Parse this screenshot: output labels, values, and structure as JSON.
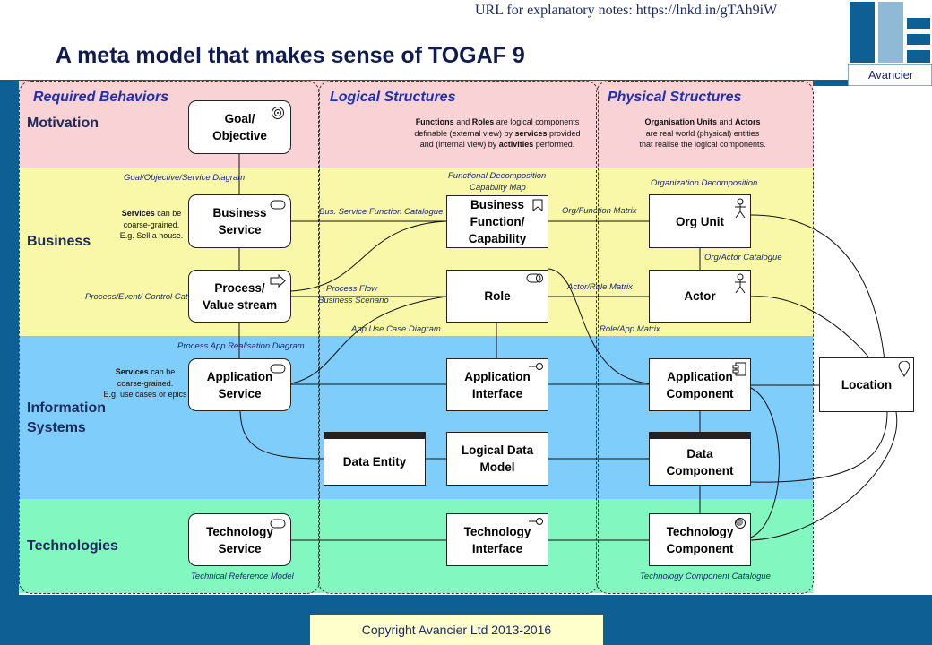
{
  "header": {
    "url_note": "URL for explanatory notes: https://lnkd.in/gTAh9iW",
    "title": "A meta model that makes sense of TOGAF 9",
    "logo_label": "Avancier"
  },
  "columns": {
    "required": "Required Behaviors",
    "logical": "Logical Structures",
    "physical": "Physical Structures"
  },
  "rows": {
    "motivation": "Motivation",
    "business": "Business",
    "information_systems_1": "Information",
    "information_systems_2": "Systems",
    "technologies": "Technologies"
  },
  "colors": {
    "motivation_band": "#f8d2d4",
    "business_band": "#f9f8a8",
    "information_band": "#7fcdfb",
    "technology_band": "#83f7c0",
    "footer": "#0e5f93",
    "copyright_bg": "#ffffcc"
  },
  "descriptions": {
    "logical_1a": "Functions",
    "logical_1b": " and ",
    "logical_1c": "Roles",
    "logical_1d": " are logical components",
    "logical_2a": "definable (external view) by ",
    "logical_2b": "services",
    "logical_2c": " provided",
    "logical_3a": "and (internal view) by ",
    "logical_3b": "activities",
    "logical_3c": " performed.",
    "physical_1a": "Organisation Units",
    "physical_1b": " and ",
    "physical_1c": "Actors",
    "physical_2": "are real world (physical) entities",
    "physical_3": "that realise the logical components.",
    "bus_services_a": "Services",
    "bus_services_b": " can be",
    "bus_services_c": "coarse-grained.",
    "bus_services_d": "E.g. Sell a house.",
    "app_services_a": "Services",
    "app_services_b": " can be",
    "app_services_c": "coarse-grained.",
    "app_services_d": "E.g. use cases or epics"
  },
  "boxes": {
    "goal_1": "Goal/",
    "goal_2": "Objective",
    "business_service_1": "Business",
    "business_service_2": "Service",
    "process_1": "Process/",
    "process_2": "Value stream",
    "application_service_1": "Application",
    "application_service_2": "Service",
    "technology_service_1": "Technology",
    "technology_service_2": "Service",
    "business_function_1": "Business",
    "business_function_2": "Function/",
    "business_function_3": "Capability",
    "role": "Role",
    "application_interface_1": "Application",
    "application_interface_2": "Interface",
    "data_entity": "Data Entity",
    "logical_data_model_1": "Logical Data",
    "logical_data_model_2": "Model",
    "technology_interface_1": "Technology",
    "technology_interface_2": "Interface",
    "org_unit": "Org Unit",
    "actor": "Actor",
    "application_component_1": "Application",
    "application_component_2": "Component",
    "data_component_1": "Data",
    "data_component_2": "Component",
    "technology_component_1": "Technology",
    "technology_component_2": "Component",
    "location": "Location"
  },
  "annotations": {
    "goal_service_diagram": "Goal/Objective/Service Diagram",
    "functional_decomposition": "Functional Decomposition",
    "capability_map": "Capability Map",
    "organization_decomposition": "Organization Decomposition",
    "bus_service_function_catalogue": "Bus. Service Function Catalogue",
    "org_function_matrix": "Org/Function Matrix",
    "org_actor_catalogue": "Org/Actor Catalogue",
    "process_event_control": "Process/Event/ Control Cat.",
    "process_flow": "Process Flow",
    "business_scenario": "Business Scenario",
    "actor_role_matrix": "Actor/Role Matrix",
    "app_use_case_diagram": "App Use Case Diagram",
    "role_app_matrix": "Role/App Matrix",
    "process_app_realisation": "Process App Realisation Diagram",
    "technical_reference_model": "Technical Reference Model",
    "technology_component_catalogue": "Technology Component Catalogue"
  },
  "footer": {
    "copyright": "Copyright Avancier Ltd 2013-2016"
  }
}
